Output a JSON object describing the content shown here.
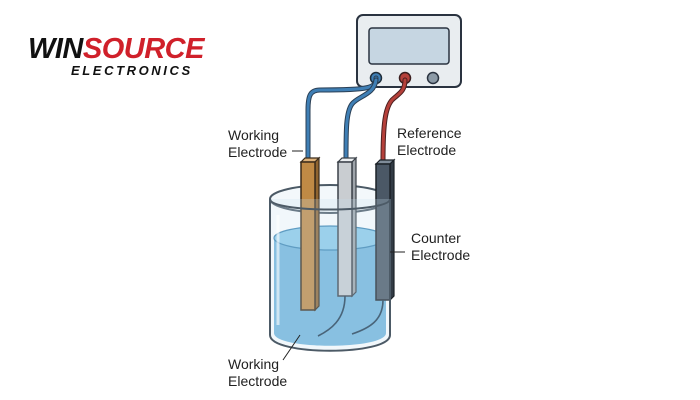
{
  "logo": {
    "brand_win": "WIN",
    "brand_source": "SOURCE",
    "brand_sub": "ELECTRONICS",
    "colors": {
      "dark": "#111111",
      "red": "#d0202a"
    }
  },
  "labels": {
    "working_electrode_top": [
      "Working",
      "Electrode"
    ],
    "reference_electrode": [
      "Reference",
      "Electrode"
    ],
    "counter_electrode": [
      "Counter",
      "Electrode"
    ],
    "working_electrode_bottom": [
      "Working",
      "Electrode"
    ]
  },
  "colors": {
    "wire_blue": "#3f7fb5",
    "wire_red": "#b5403a",
    "working_electrode": "#c08a45",
    "middle_electrode": "#c9cdd1",
    "counter_electrode": "#4b5866",
    "solution": "#5aa9d6",
    "instrument_body": "#e9edf0",
    "screen": "#c6d6e2"
  }
}
